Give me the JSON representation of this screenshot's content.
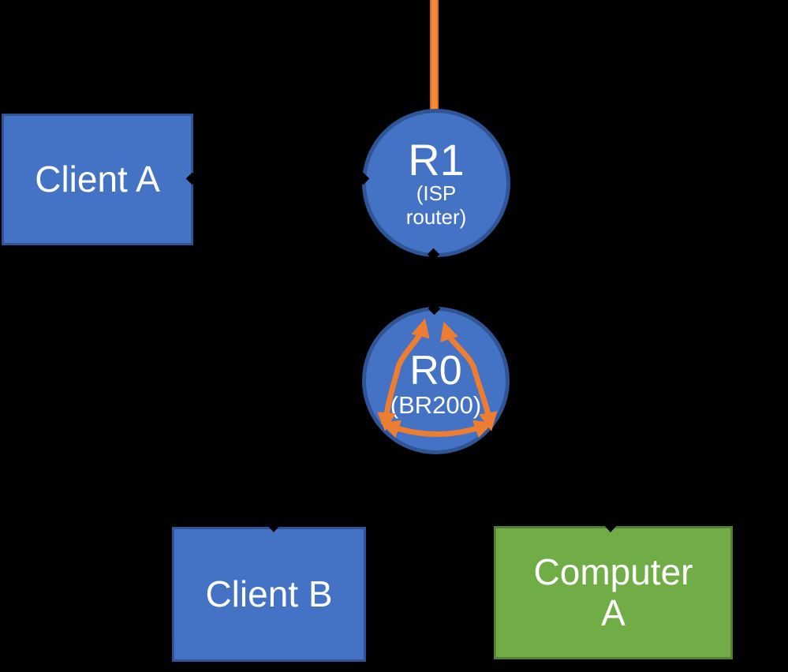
{
  "background": "#000000",
  "colors": {
    "node_blue_fill": "#4472C4",
    "node_blue_border": "#2F5597",
    "node_green_fill": "#70AD47",
    "node_green_border": "#548235",
    "arrow_orange": "#ED7D31",
    "label_text": "#FFFFFF",
    "connector_black": "#000000"
  },
  "nodes": {
    "client_a": {
      "label": "Client A"
    },
    "r1": {
      "label": "R1",
      "sublabel": "(ISP router)"
    },
    "r0": {
      "label": "R0",
      "sublabel": "(BR200)"
    },
    "client_b": {
      "label": "Client B"
    },
    "computer_a": {
      "label": "Computer A"
    }
  },
  "icons": {
    "uplink_line": "orange-wan-uplink-line",
    "r0_arrows": "orange-triangle-double-arrows",
    "notches": "black-connector-arrowhead"
  }
}
